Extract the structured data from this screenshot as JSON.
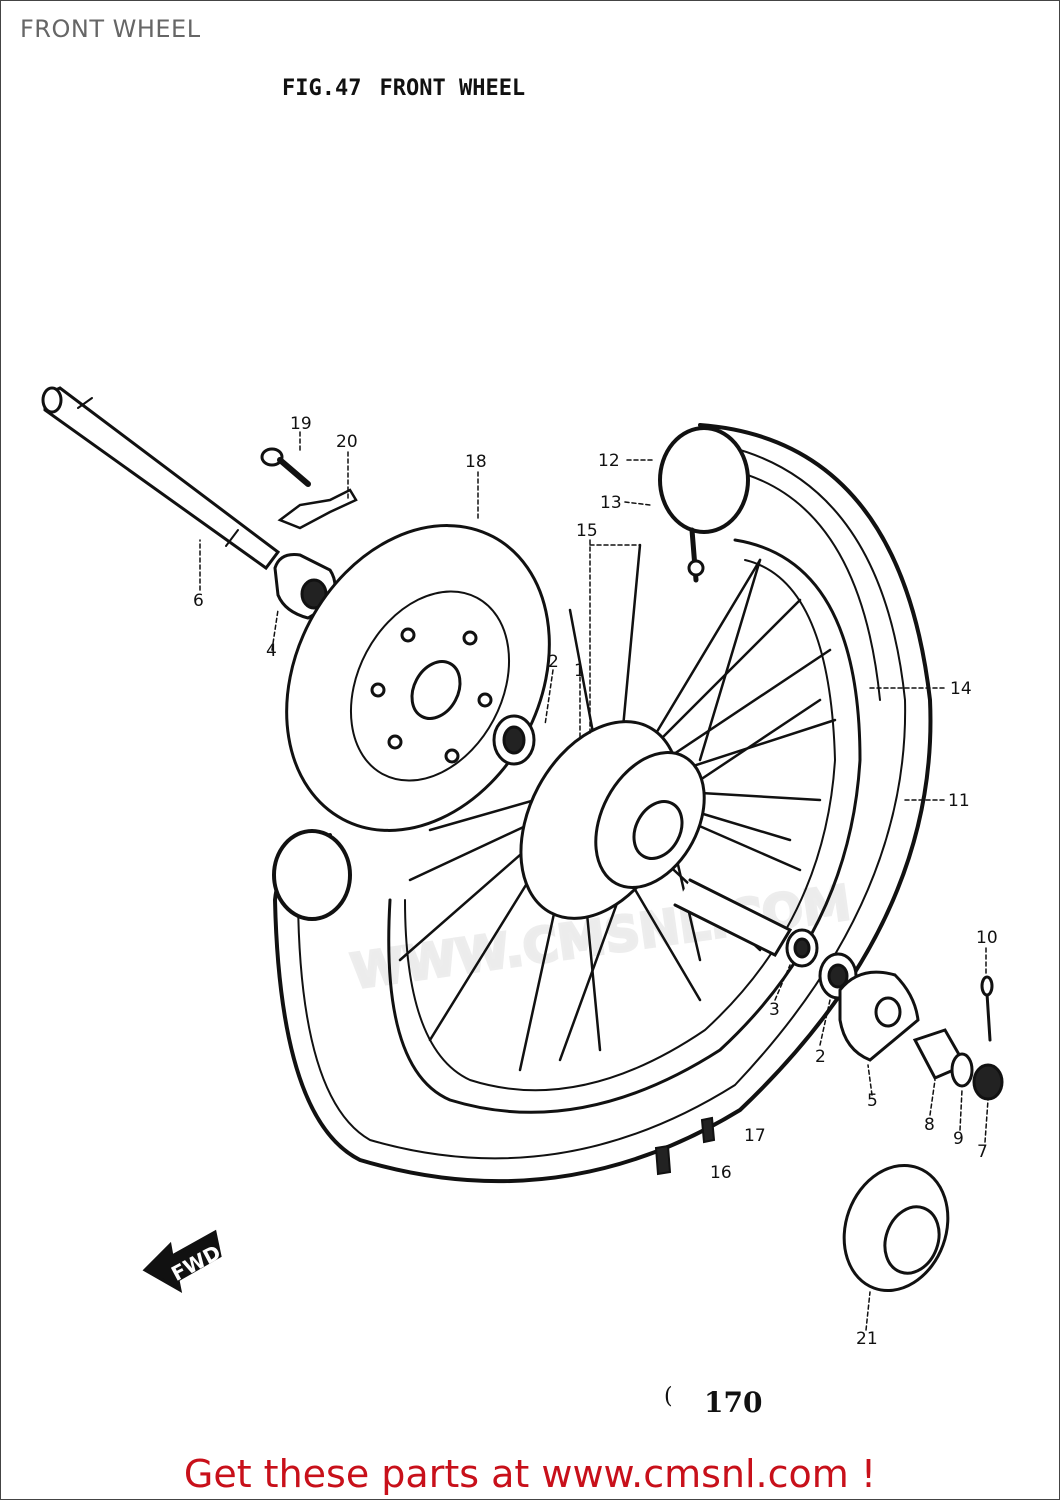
{
  "header": {
    "title": "FRONT WHEEL"
  },
  "figure": {
    "number": "FIG.47",
    "title": "FRONT WHEEL"
  },
  "callouts": [
    {
      "id": "c1",
      "label": "1"
    },
    {
      "id": "c2a",
      "label": "2"
    },
    {
      "id": "c2b",
      "label": "2"
    },
    {
      "id": "c3",
      "label": "3"
    },
    {
      "id": "c4",
      "label": "4"
    },
    {
      "id": "c5",
      "label": "5"
    },
    {
      "id": "c6",
      "label": "6"
    },
    {
      "id": "c7",
      "label": "7"
    },
    {
      "id": "c8",
      "label": "8"
    },
    {
      "id": "c9",
      "label": "9"
    },
    {
      "id": "c10",
      "label": "10"
    },
    {
      "id": "c11",
      "label": "11"
    },
    {
      "id": "c12",
      "label": "12"
    },
    {
      "id": "c13",
      "label": "13"
    },
    {
      "id": "c14",
      "label": "14"
    },
    {
      "id": "c15",
      "label": "15"
    },
    {
      "id": "c16",
      "label": "16"
    },
    {
      "id": "c17",
      "label": "17"
    },
    {
      "id": "c18",
      "label": "18"
    },
    {
      "id": "c19",
      "label": "19"
    },
    {
      "id": "c20",
      "label": "20"
    },
    {
      "id": "c21",
      "label": "21"
    }
  ],
  "arrow": {
    "label": "FWD"
  },
  "watermark": "WWW.CMSNL.COM",
  "page": {
    "mark": "(",
    "number": "170"
  },
  "footer": {
    "text": "Get these parts at www.cmsnl.com !"
  }
}
